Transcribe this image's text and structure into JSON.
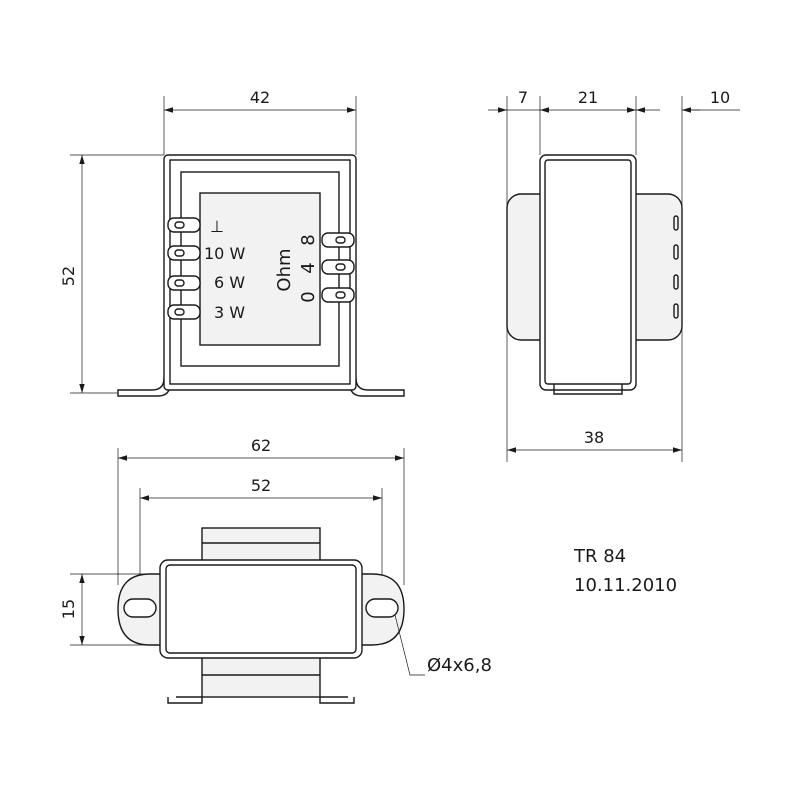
{
  "front_view": {
    "width_dim": "42",
    "height_dim": "52",
    "tap_labels": [
      "⊥",
      "10 W",
      "6 W",
      "3 W"
    ],
    "ohm_label": "Ohm",
    "ohm_values": [
      "0",
      "4",
      "8"
    ]
  },
  "side_view": {
    "dim_left": "7",
    "dim_center": "21",
    "dim_right": "10",
    "dim_total": "38"
  },
  "bottom_view": {
    "width_overall": "62",
    "hole_spacing": "52",
    "height_dim": "15",
    "hole_label": "Ø4x6,8"
  },
  "title_block": {
    "part_name": "TR 84",
    "date": "10.11.2010"
  }
}
